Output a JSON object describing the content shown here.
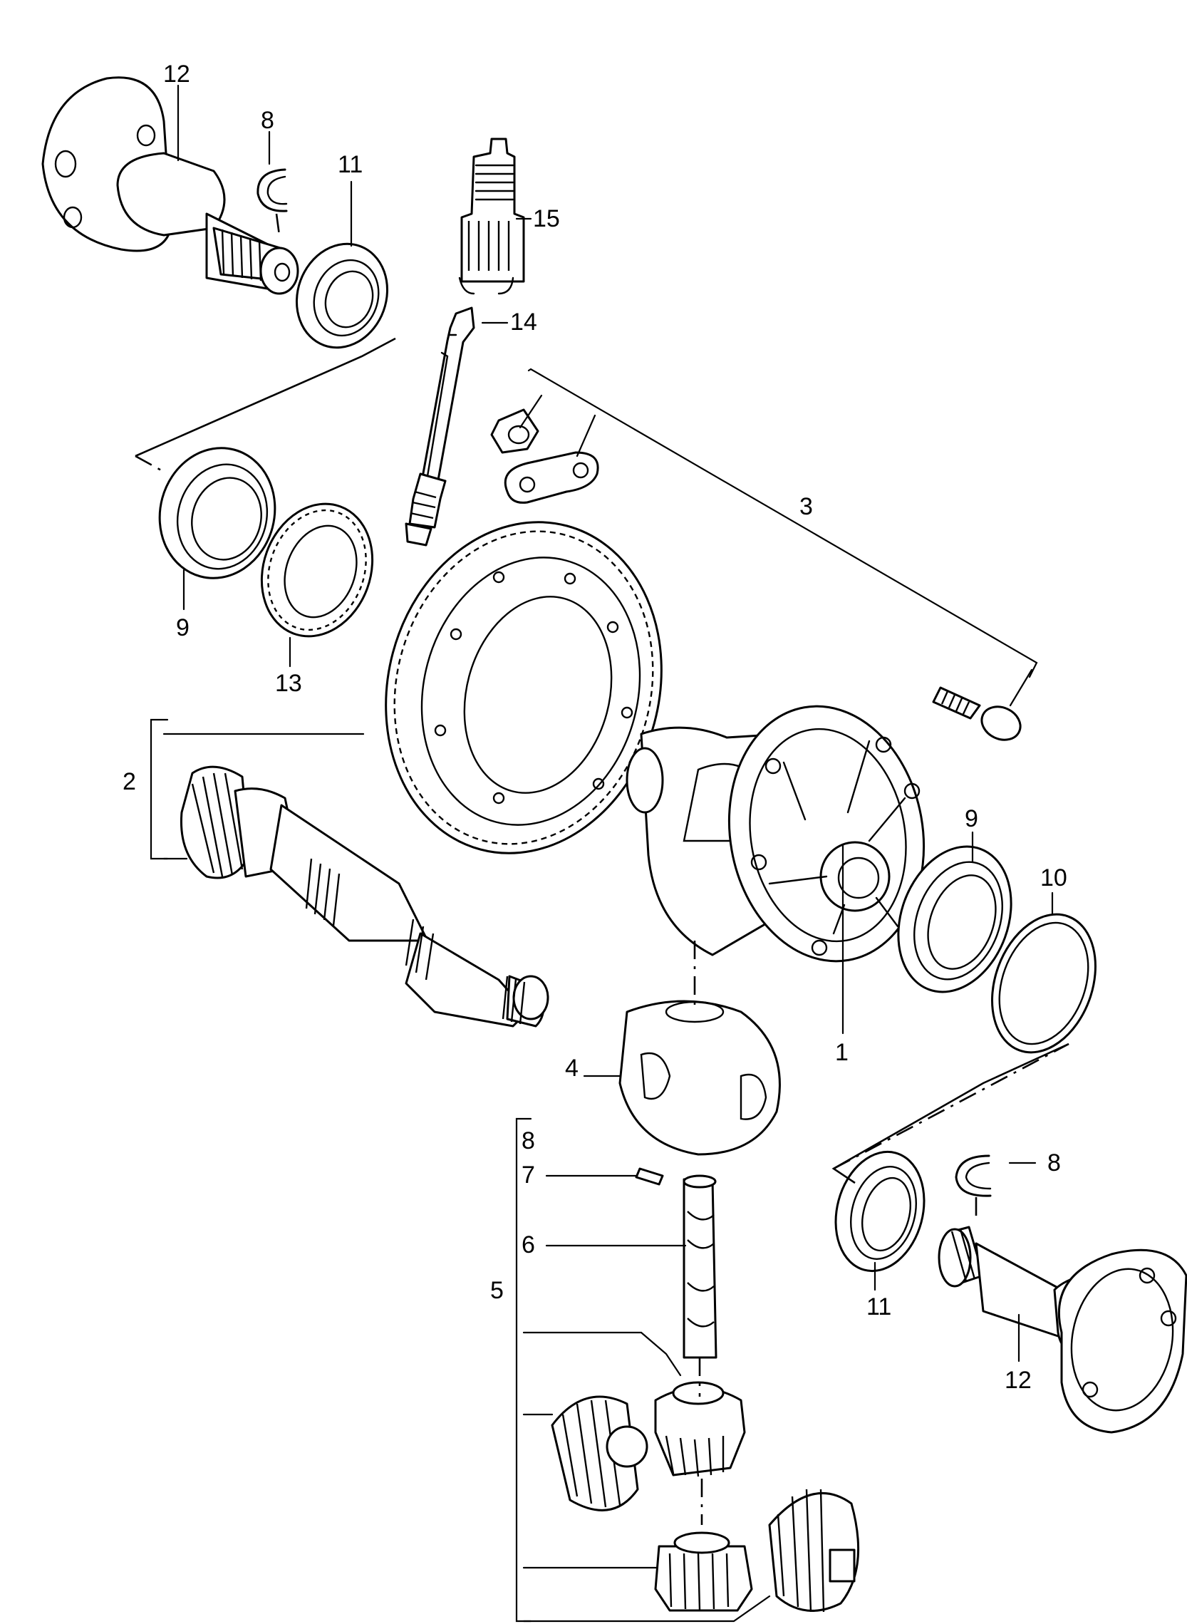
{
  "callouts": {
    "c1": "1",
    "c2": "2",
    "c3": "3",
    "c4": "4",
    "c5": "5",
    "c6": "6",
    "c7": "7",
    "c8_top": "8",
    "c8_mid": "8",
    "c8_right": "8",
    "c9_left": "9",
    "c9_right": "9",
    "c10": "10",
    "c11_top": "11",
    "c11_bottom": "11",
    "c12_top": "12",
    "c12_bottom": "12",
    "c13": "13",
    "c14": "14",
    "c15": "15"
  },
  "colors": {
    "line": "#000000",
    "background": "#ffffff"
  }
}
